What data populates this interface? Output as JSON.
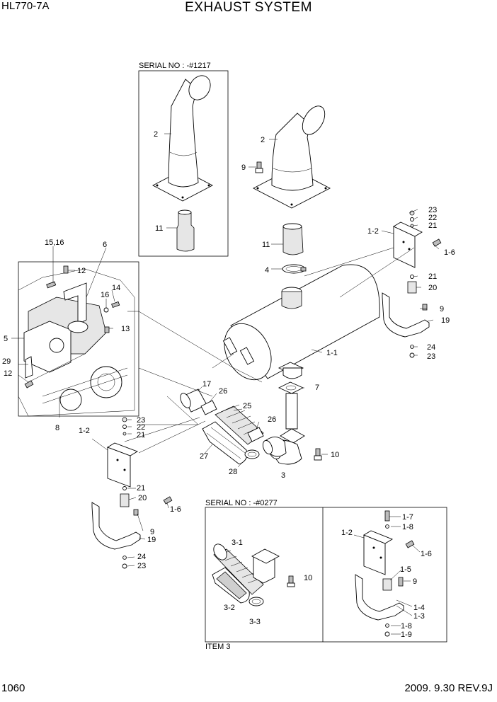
{
  "header": {
    "model": "HL770-7A",
    "title": "EXHAUST SYSTEM"
  },
  "footer": {
    "page_number": "1060",
    "date_rev": "2009. 9.30  REV.9J"
  },
  "serial_notes": {
    "upper": "SERIAL NO : -#1217",
    "lower": "SERIAL NO : -#0277",
    "item": "ITEM 3"
  },
  "callouts": {
    "c2a": "2",
    "c11a": "11",
    "c2b": "2",
    "c9a": "9",
    "c11b": "11",
    "c4": "4",
    "c23a": "23",
    "c22a": "22",
    "c21a": "21",
    "c12b": "1-2",
    "c16b": "1-6",
    "c21b": "21",
    "c20a": "20",
    "c9b": "9",
    "c19a": "19",
    "c24a": "24",
    "c23b": "23",
    "c11body": "1-1",
    "c7": "7",
    "c10a": "10",
    "c3": "3",
    "c1516": "15,16",
    "c6": "6",
    "c12": "12",
    "c16": "16",
    "c14": "14",
    "c13": "13",
    "c5": "5",
    "c29": "29",
    "c12left": "12",
    "c8": "8",
    "c17": "17",
    "c26a": "26",
    "c25": "25",
    "c26b": "26",
    "c27": "27",
    "c28": "28",
    "c23c": "23",
    "c22b": "22",
    "c21c": "21",
    "c12c": "1-2",
    "c21d": "21",
    "c20b": "20",
    "c16c": "1-6",
    "c9c": "9",
    "c19b": "19",
    "c24b": "24",
    "c23d": "23",
    "c31": "3-1",
    "c10b": "10",
    "c32": "3-2",
    "c33": "3-3",
    "c17b": "1-7",
    "c18a": "1-8",
    "c12d": "1-2",
    "c16d": "1-6",
    "c15": "1-5",
    "c9d": "9",
    "c14b": "1-4",
    "c13b": "1-3",
    "c18b": "1-8",
    "c19c": "1-9"
  }
}
